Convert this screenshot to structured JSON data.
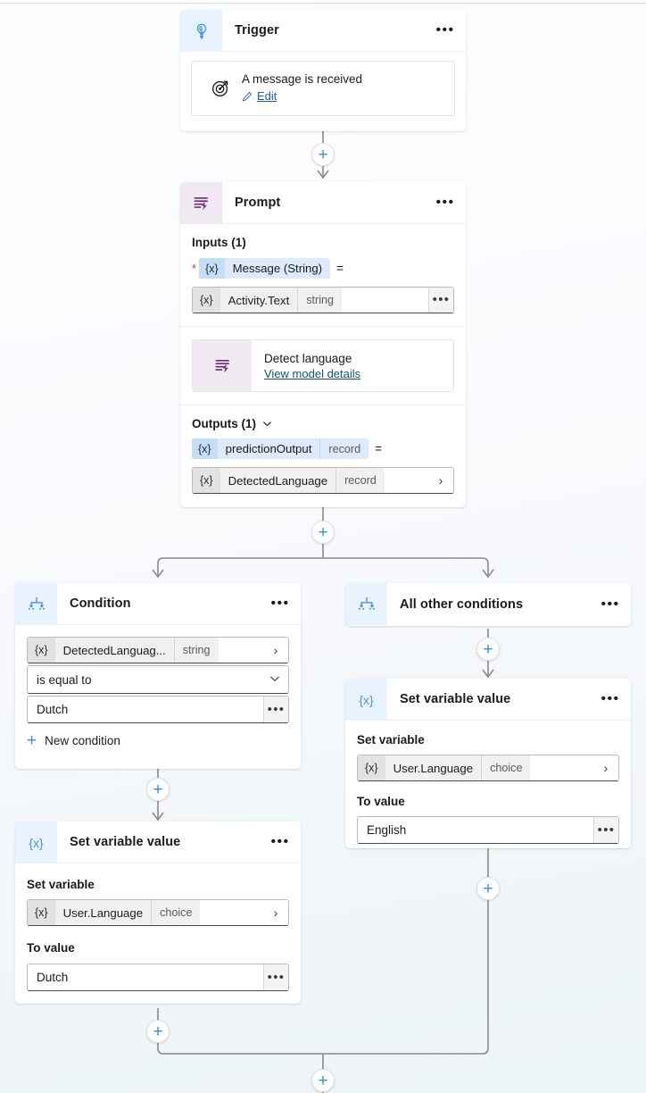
{
  "meta": {
    "accent_blue": "#3b8fc4",
    "icon_blue": "#4a90e2",
    "icon_purple": "#6b2f7a",
    "link_blue": "#1f5fa9",
    "link_teal": "#12566b",
    "connector_gray": "#8a8a8a"
  },
  "nodes": {
    "trigger": {
      "title": "Trigger",
      "icon": "trigger-bulb-icon",
      "more_label": "•••",
      "inner": {
        "icon": "target-icon",
        "title": "A message is received",
        "link": "Edit",
        "link_icon": "pencil-icon"
      }
    },
    "prompt": {
      "title": "Prompt",
      "icon": "prompt-lightning-icon",
      "more_label": "•••",
      "inputs_label": "Inputs (1)",
      "input_param": {
        "x": "{x}",
        "name": "Message (String)",
        "equals": "=",
        "required_mark": "*"
      },
      "input_value": {
        "x": "{x}",
        "name": "Activity.Text",
        "type": "string",
        "more_label": "•••"
      },
      "model": {
        "icon": "prompt-lightning-icon",
        "title": "Detect language",
        "link": "View model details"
      },
      "outputs_label": "Outputs (1)",
      "outputs_chevron": "chevron-down-icon",
      "output_param": {
        "x": "{x}",
        "name": "predictionOutput",
        "type": "record",
        "equals": "="
      },
      "output_value": {
        "x": "{x}",
        "name": "DetectedLanguage",
        "type": "record",
        "chevron": "›"
      }
    },
    "condition": {
      "title": "Condition",
      "icon": "branch-icon",
      "more_label": "•••",
      "operand": {
        "x": "{x}",
        "name": "DetectedLanguag...",
        "type": "string",
        "chevron": "›"
      },
      "operator": "is equal to",
      "operator_chevron": "chevron-down-icon",
      "value": "Dutch",
      "value_more": "•••",
      "new_condition": "New condition",
      "new_condition_icon": "plus-icon"
    },
    "all_other_conditions": {
      "title": "All other conditions",
      "icon": "branch-icon",
      "more_label": "•••"
    },
    "set_var_left": {
      "title": "Set variable value",
      "icon": "variable-x-icon",
      "more_label": "•••",
      "set_variable_label": "Set variable",
      "variable": {
        "x": "{x}",
        "name": "User.Language",
        "type": "choice",
        "chevron": "›"
      },
      "to_value_label": "To value",
      "to_value": "Dutch",
      "to_value_more": "•••"
    },
    "set_var_right": {
      "title": "Set variable value",
      "icon": "variable-x-icon",
      "more_label": "•••",
      "set_variable_label": "Set variable",
      "variable": {
        "x": "{x}",
        "name": "User.Language",
        "type": "choice",
        "chevron": "›"
      },
      "to_value_label": "To value",
      "to_value": "English",
      "to_value_more": "•••"
    }
  },
  "connectors": {
    "add_label": "+",
    "add_buttons": [
      "add-step-after-trigger",
      "add-step-after-prompt",
      "add-step-after-all-other-conditions",
      "add-step-after-condition",
      "add-step-after-set-var-left",
      "add-step-after-set-var-right",
      "add-step-after-merge"
    ]
  }
}
